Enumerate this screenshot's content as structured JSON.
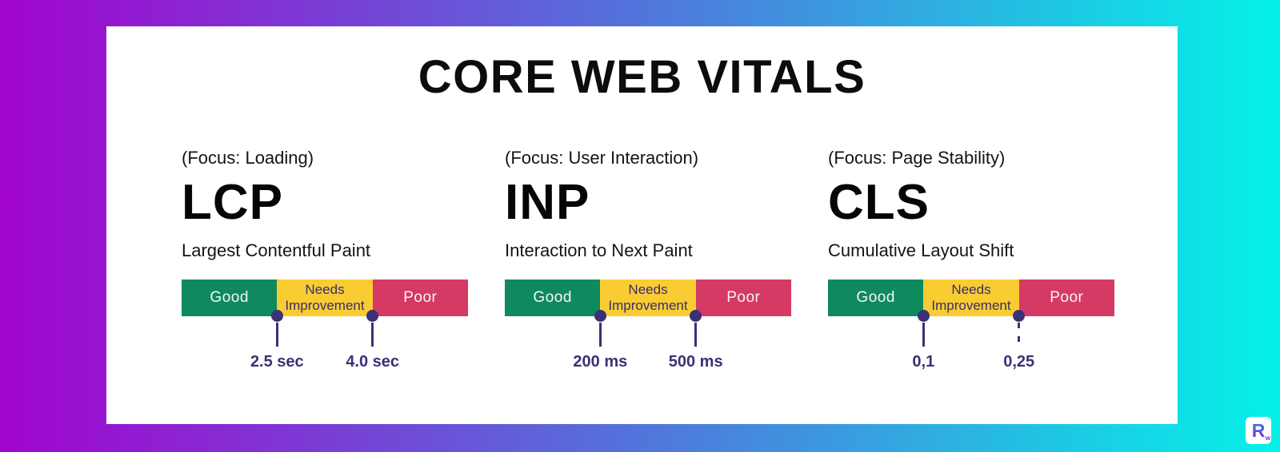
{
  "title": "CORE WEB VITALS",
  "colors": {
    "bg_gradient_start": "#A204CE",
    "bg_gradient_end": "#04F2E8",
    "card_bg": "#FFFFFF",
    "segment_good": "#0E8A5E",
    "segment_needs": "#F9CC32",
    "segment_poor": "#D53A64",
    "marker_navy": "#3B3176",
    "needs_text": "#3A2D6E",
    "title_text": "#0C0C0C"
  },
  "scale": {
    "good": "Good",
    "needs_line1": "Needs",
    "needs_line2": "Improvement",
    "poor": "Poor"
  },
  "metrics": [
    {
      "focus": "(Focus: Loading)",
      "abbr": "LCP",
      "name": "Largest Contentful Paint",
      "threshold1": "2.5 sec",
      "threshold2": "4.0 sec"
    },
    {
      "focus": "(Focus: User Interaction)",
      "abbr": "INP",
      "name": "Interaction to Next Paint",
      "threshold1": "200 ms",
      "threshold2": "500 ms"
    },
    {
      "focus": "(Focus: Page Stability)",
      "abbr": "CLS",
      "name": "Cumulative Layout Shift",
      "threshold1": "0,1",
      "threshold2": "0,25"
    }
  ],
  "logo": {
    "letter": "R",
    "sub": "w"
  }
}
